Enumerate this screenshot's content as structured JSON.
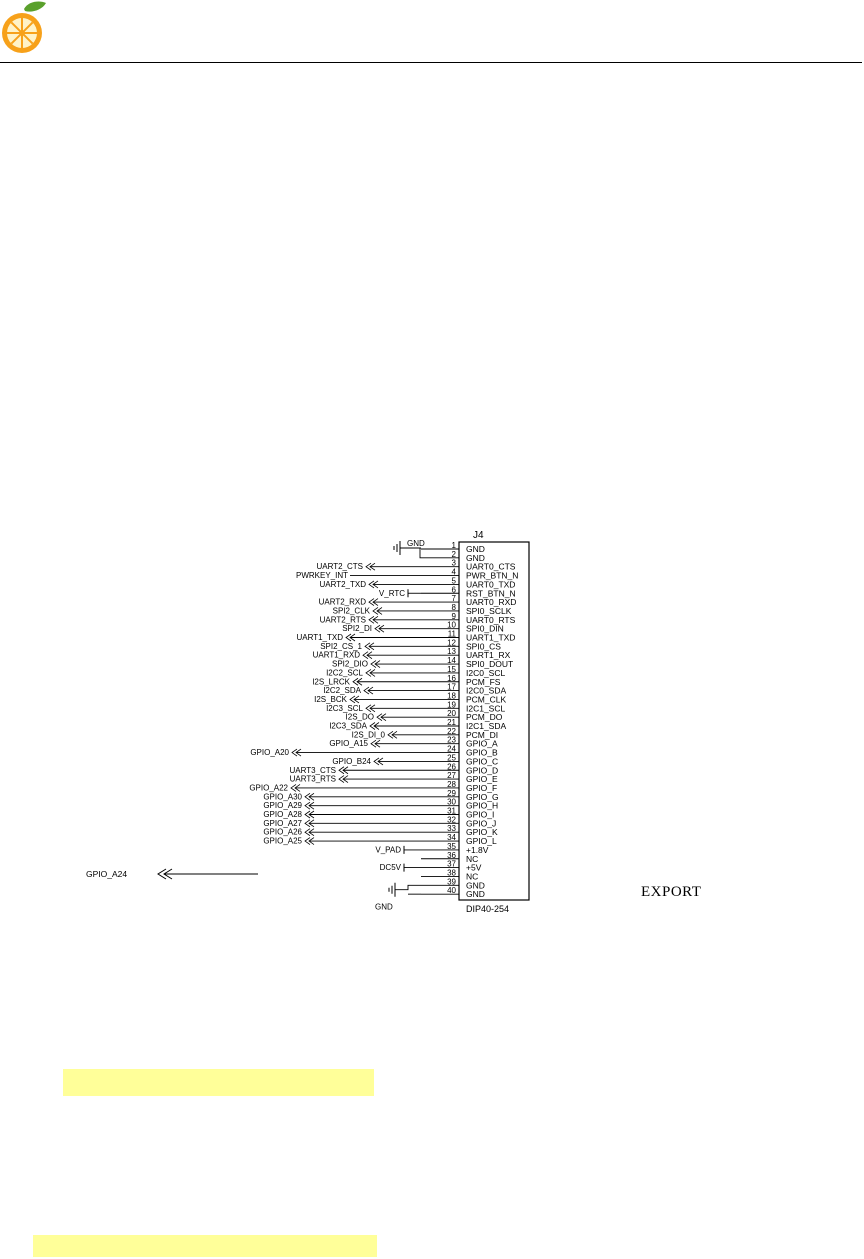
{
  "header": {
    "logo_icon": "orange-slice-logo-icon",
    "logo_colors": [
      "#f7a11a",
      "#5aa02c"
    ]
  },
  "schematic": {
    "designator": "J4",
    "part": "DIP40-254",
    "pins": [
      {
        "n": "1",
        "name": "GND"
      },
      {
        "n": "2",
        "name": "GND"
      },
      {
        "n": "3",
        "name": "UART0_CTS"
      },
      {
        "n": "4",
        "name": "PWR_BTN_N"
      },
      {
        "n": "5",
        "name": "UART0_TXD"
      },
      {
        "n": "6",
        "name": "RST_BTN_N"
      },
      {
        "n": "7",
        "name": "UART0_RXD"
      },
      {
        "n": "8",
        "name": "SPI0_SCLK"
      },
      {
        "n": "9",
        "name": "UART0_RTS"
      },
      {
        "n": "10",
        "name": "SPI0_DIN"
      },
      {
        "n": "11",
        "name": "UART1_TXD"
      },
      {
        "n": "12",
        "name": "SPI0_CS"
      },
      {
        "n": "13",
        "name": "UART1_RX"
      },
      {
        "n": "14",
        "name": "SPI0_DOUT"
      },
      {
        "n": "15",
        "name": "I2C0_SCL"
      },
      {
        "n": "16",
        "name": "PCM_FS"
      },
      {
        "n": "17",
        "name": "I2C0_SDA"
      },
      {
        "n": "18",
        "name": "PCM_CLK"
      },
      {
        "n": "19",
        "name": "I2C1_SCL"
      },
      {
        "n": "20",
        "name": "PCM_DO"
      },
      {
        "n": "21",
        "name": "I2C1_SDA"
      },
      {
        "n": "22",
        "name": "PCM_DI"
      },
      {
        "n": "23",
        "name": "GPIO_A"
      },
      {
        "n": "24",
        "name": "GPIO_B"
      },
      {
        "n": "25",
        "name": "GPIO_C"
      },
      {
        "n": "26",
        "name": "GPIO_D"
      },
      {
        "n": "27",
        "name": "GPIO_E"
      },
      {
        "n": "28",
        "name": "GPIO_F"
      },
      {
        "n": "29",
        "name": "GPIO_G"
      },
      {
        "n": "30",
        "name": "GPIO_H"
      },
      {
        "n": "31",
        "name": "GPIO_I"
      },
      {
        "n": "32",
        "name": "GPIO_J"
      },
      {
        "n": "33",
        "name": "GPIO_K"
      },
      {
        "n": "34",
        "name": "GPIO_L"
      },
      {
        "n": "35",
        "name": "+1.8V"
      },
      {
        "n": "36",
        "name": "NC"
      },
      {
        "n": "37",
        "name": "+5V"
      },
      {
        "n": "38",
        "name": "NC"
      },
      {
        "n": "39",
        "name": "GND"
      },
      {
        "n": "40",
        "name": "GND"
      }
    ],
    "nets": [
      {
        "pin": 1,
        "label": "GND",
        "kind": "ground"
      },
      {
        "pin": 3,
        "label": "UART2_CTS",
        "kind": "port"
      },
      {
        "pin": 4,
        "label": "PWRKEY_INT",
        "kind": "plain"
      },
      {
        "pin": 5,
        "label": "UART2_TXD",
        "kind": "port"
      },
      {
        "pin": 6,
        "label": "V_RTC",
        "kind": "power"
      },
      {
        "pin": 7,
        "label": "UART2_RXD",
        "kind": "port"
      },
      {
        "pin": 8,
        "label": "SPI2_CLK",
        "kind": "port"
      },
      {
        "pin": 9,
        "label": "UART2_RTS",
        "kind": "port"
      },
      {
        "pin": 10,
        "label": "SPI2_DI",
        "kind": "port"
      },
      {
        "pin": 11,
        "label": "UART1_TXD",
        "kind": "port"
      },
      {
        "pin": 12,
        "label": "SPI2_CS_1",
        "kind": "port"
      },
      {
        "pin": 13,
        "label": "UART1_RXD",
        "kind": "port"
      },
      {
        "pin": 14,
        "label": "SPI2_DIO",
        "kind": "port"
      },
      {
        "pin": 15,
        "label": "I2C2_SCL",
        "kind": "port"
      },
      {
        "pin": 16,
        "label": "I2S_LRCK",
        "kind": "port"
      },
      {
        "pin": 17,
        "label": "I2C2_SDA",
        "kind": "port"
      },
      {
        "pin": 18,
        "label": "I2S_BCK",
        "kind": "port"
      },
      {
        "pin": 19,
        "label": "I2C3_SCL",
        "kind": "port"
      },
      {
        "pin": 20,
        "label": "I2S_DO",
        "kind": "port"
      },
      {
        "pin": 21,
        "label": "I2C3_SDA",
        "kind": "port"
      },
      {
        "pin": 22,
        "label": "I2S_DI_0",
        "kind": "port"
      },
      {
        "pin": 23,
        "label": "GPIO_A15",
        "kind": "port"
      },
      {
        "pin": 24,
        "label": "GPIO_A20",
        "kind": "port"
      },
      {
        "pin": 25,
        "label": "GPIO_B24",
        "kind": "port"
      },
      {
        "pin": 26,
        "label": "UART3_CTS",
        "kind": "port"
      },
      {
        "pin": 27,
        "label": "UART3_RTS",
        "kind": "port"
      },
      {
        "pin": 28,
        "label": "GPIO_A22",
        "kind": "port"
      },
      {
        "pin": 29,
        "label": "GPIO_A30",
        "kind": "port"
      },
      {
        "pin": 30,
        "label": "GPIO_A29",
        "kind": "port"
      },
      {
        "pin": 31,
        "label": "GPIO_A28",
        "kind": "port"
      },
      {
        "pin": 32,
        "label": "GPIO_A27",
        "kind": "port"
      },
      {
        "pin": 33,
        "label": "GPIO_A26",
        "kind": "port"
      },
      {
        "pin": 34,
        "label": "GPIO_A25",
        "kind": "port"
      },
      {
        "pin": 35,
        "label": "V_PAD",
        "kind": "power"
      },
      {
        "pin": 37,
        "label": "DC5V",
        "kind": "power"
      },
      {
        "pin": 40,
        "label": "GND",
        "kind": "ground"
      }
    ],
    "extra_net": "GPIO_A24",
    "export_label": "EXPORT"
  },
  "highlights": {
    "color": "#ffff99"
  }
}
